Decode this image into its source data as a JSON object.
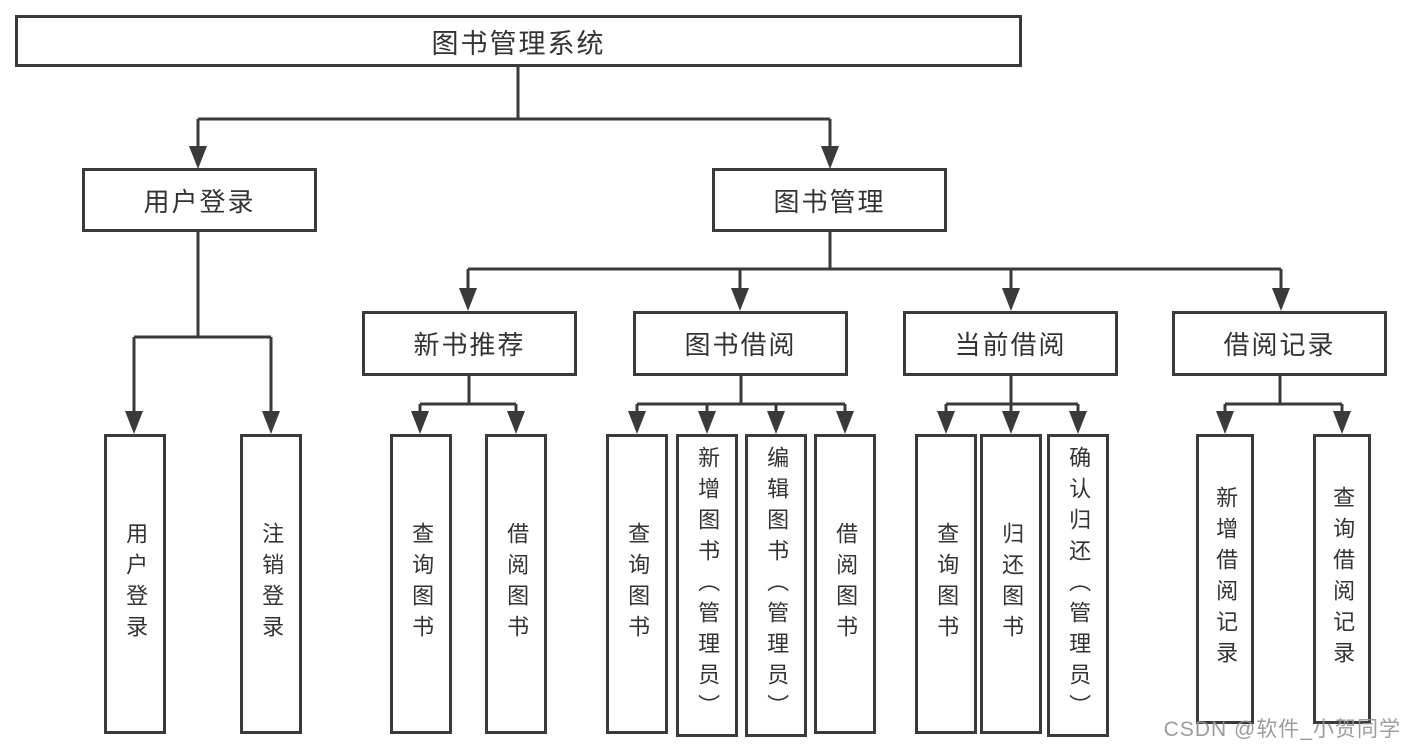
{
  "tree": {
    "label": "图书管理系统",
    "children": [
      {
        "label": "用户登录",
        "children": [
          {
            "label": "用户登录"
          },
          {
            "label": "注销登录"
          }
        ]
      },
      {
        "label": "图书管理",
        "children": [
          {
            "label": "新书推荐",
            "children": [
              {
                "label": "查询图书"
              },
              {
                "label": "借阅图书"
              }
            ]
          },
          {
            "label": "图书借阅",
            "children": [
              {
                "label": "查询图书"
              },
              {
                "label": "新增图书（管理员）"
              },
              {
                "label": "编辑图书（管理员）"
              },
              {
                "label": "借阅图书"
              }
            ]
          },
          {
            "label": "当前借阅",
            "children": [
              {
                "label": "查询图书"
              },
              {
                "label": "归还图书"
              },
              {
                "label": "确认归还（管理员）"
              }
            ]
          },
          {
            "label": "借阅记录",
            "children": [
              {
                "label": "新增借阅记录"
              },
              {
                "label": "查询借阅记录"
              }
            ]
          }
        ]
      }
    ]
  },
  "watermark": "CSDN @软件_小贺同学",
  "colors": {
    "line": "#3a3a3a",
    "box_border": "#3a3a3a",
    "text": "#333333",
    "watermark_text": "#949494",
    "background": "#ffffff"
  }
}
